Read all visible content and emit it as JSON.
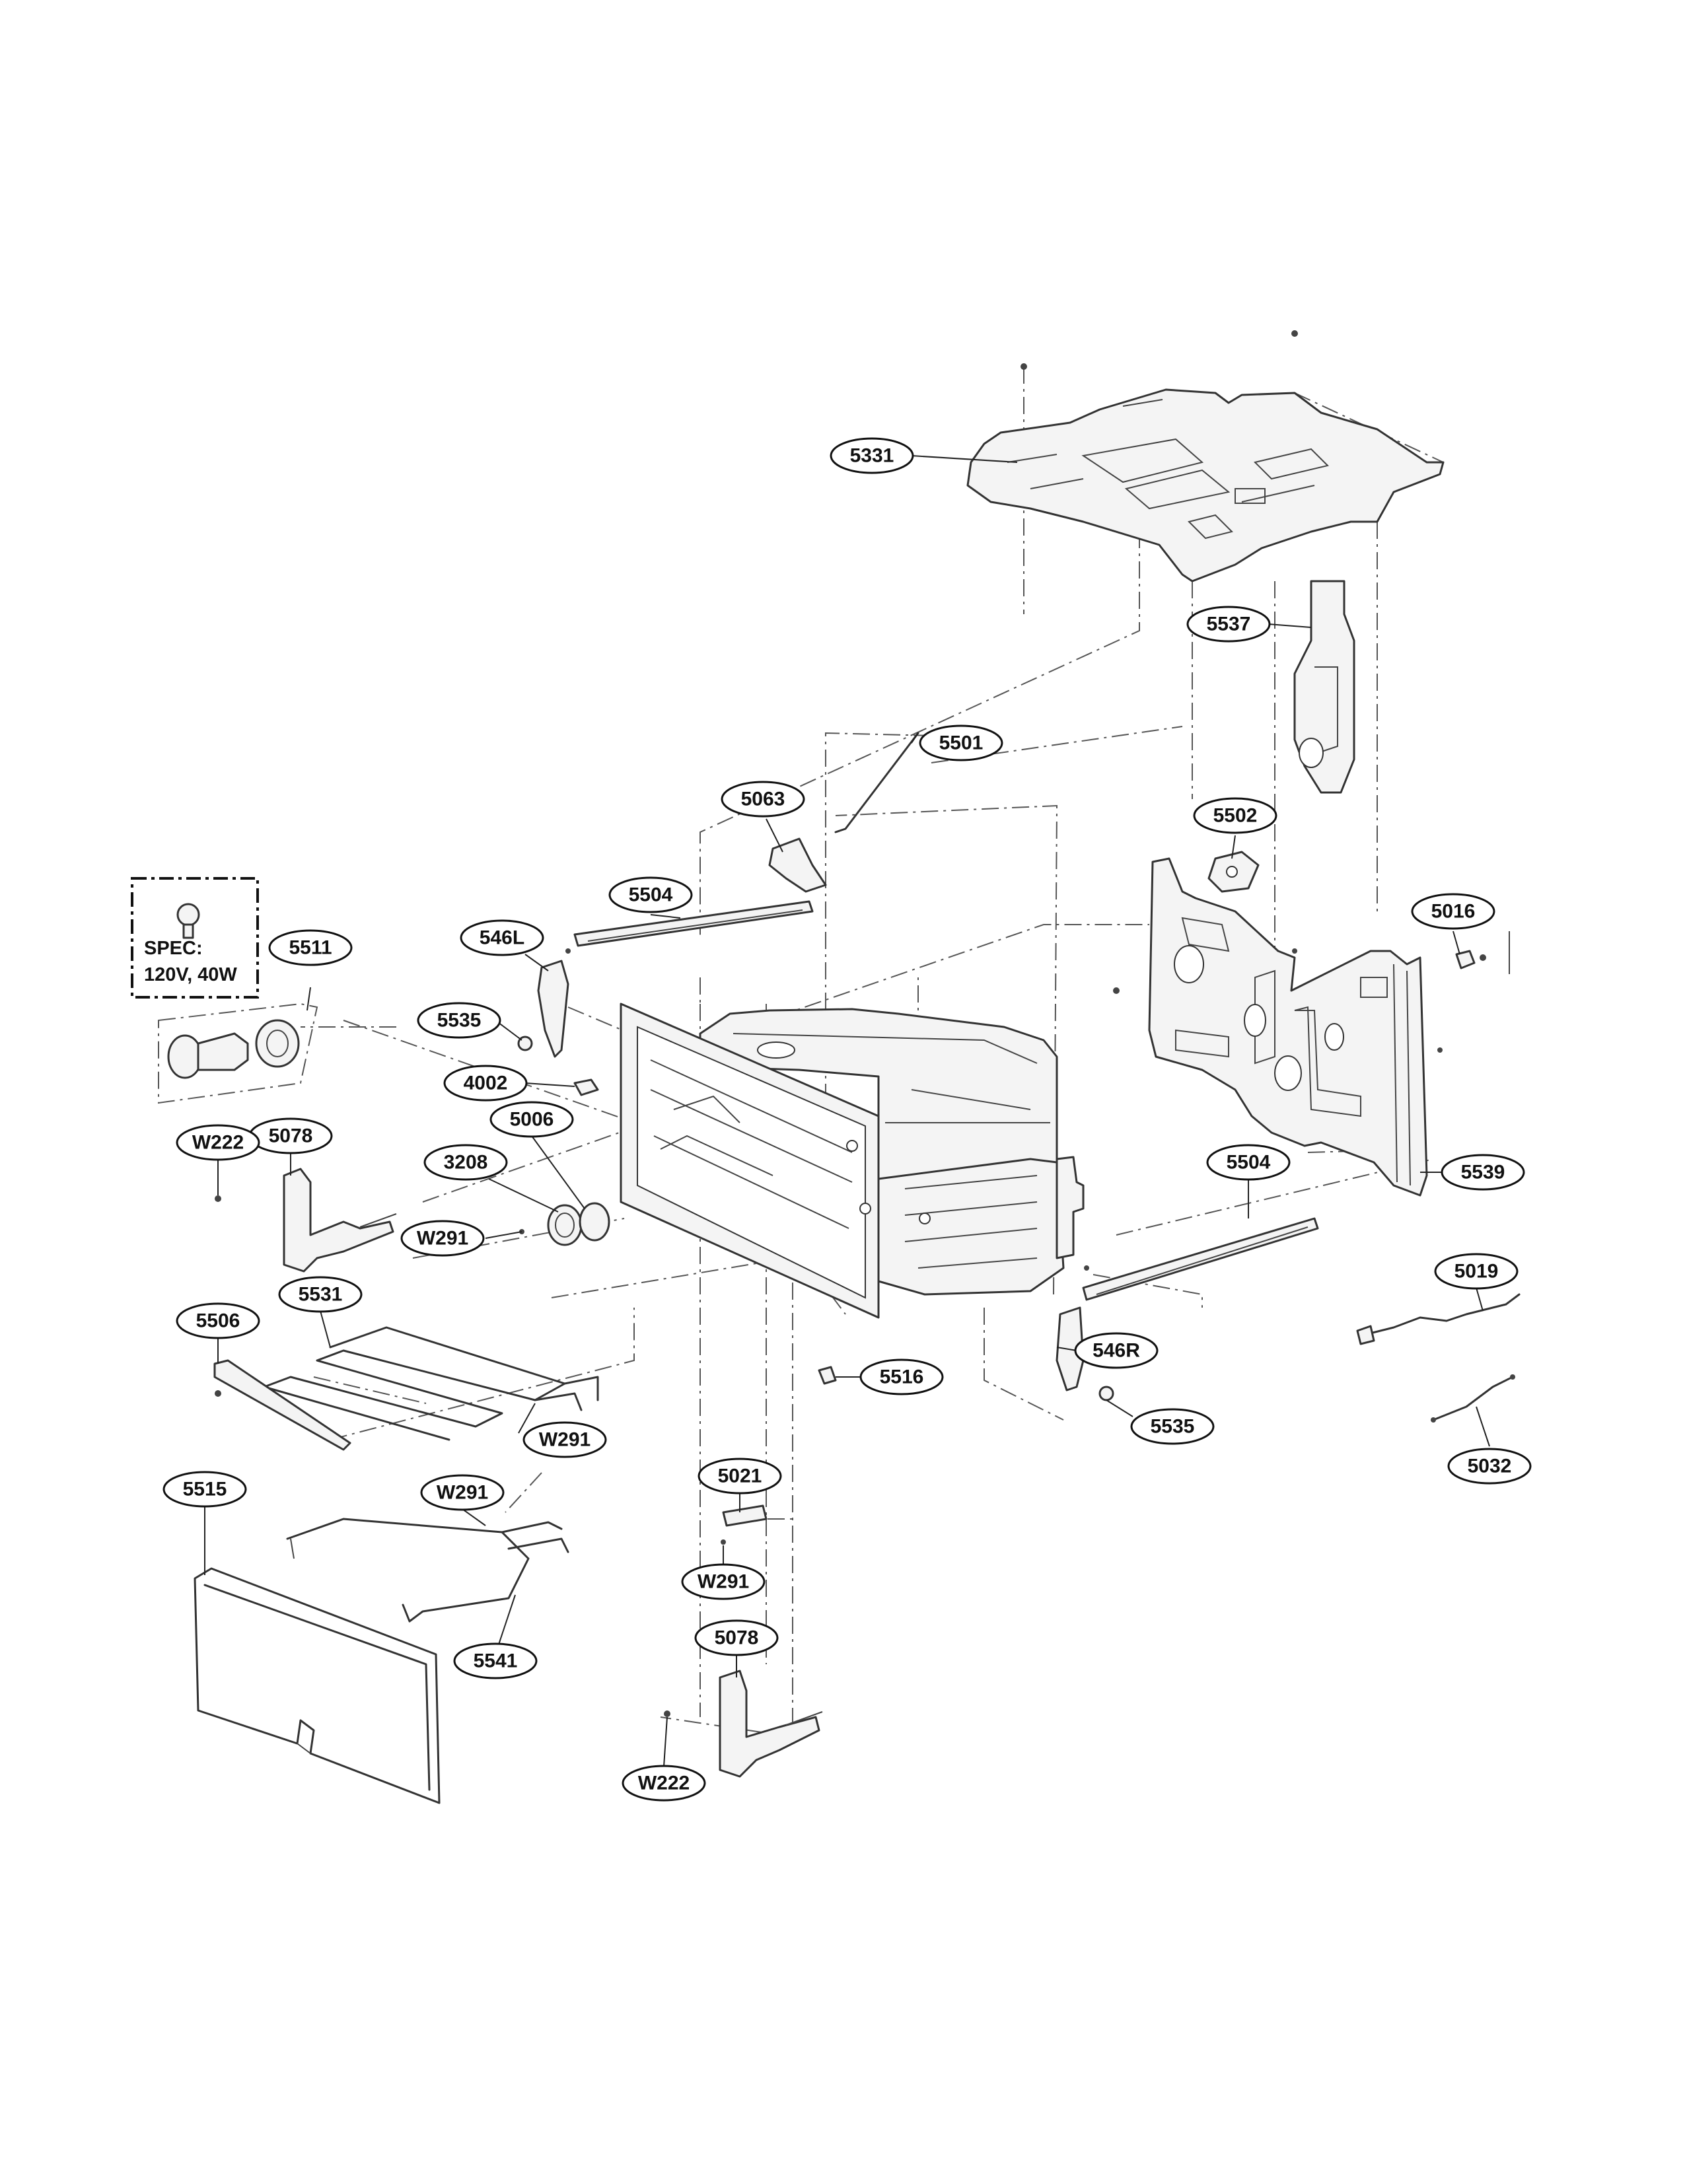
{
  "diagram": {
    "callouts": [
      {
        "id": "c5331",
        "label": "5331"
      },
      {
        "id": "c5537",
        "label": "5537"
      },
      {
        "id": "c5501",
        "label": "5501"
      },
      {
        "id": "c5063",
        "label": "5063"
      },
      {
        "id": "c5502",
        "label": "5502"
      },
      {
        "id": "c5504a",
        "label": "5504"
      },
      {
        "id": "c5016",
        "label": "5016"
      },
      {
        "id": "c5511",
        "label": "5511"
      },
      {
        "id": "c546L",
        "label": "546L"
      },
      {
        "id": "c5535a",
        "label": "5535"
      },
      {
        "id": "c4002",
        "label": "4002"
      },
      {
        "id": "c5539",
        "label": "5539"
      },
      {
        "id": "c5078a",
        "label": "5078"
      },
      {
        "id": "cW222a",
        "label": "W222"
      },
      {
        "id": "c5006",
        "label": "5006"
      },
      {
        "id": "c3208",
        "label": "3208"
      },
      {
        "id": "cW291a",
        "label": "W291"
      },
      {
        "id": "c5504b",
        "label": "5504"
      },
      {
        "id": "c5019",
        "label": "5019"
      },
      {
        "id": "c5531",
        "label": "5531"
      },
      {
        "id": "c5506",
        "label": "5506"
      },
      {
        "id": "c546R",
        "label": "546R"
      },
      {
        "id": "c5516",
        "label": "5516"
      },
      {
        "id": "cW291b",
        "label": "W291"
      },
      {
        "id": "c5535b",
        "label": "5535"
      },
      {
        "id": "c5032",
        "label": "5032"
      },
      {
        "id": "c5021",
        "label": "5021"
      },
      {
        "id": "c5515",
        "label": "5515"
      },
      {
        "id": "cW291c",
        "label": "W291"
      },
      {
        "id": "cW291d",
        "label": "W291"
      },
      {
        "id": "c5541",
        "label": "5541"
      },
      {
        "id": "c5078b",
        "label": "5078"
      },
      {
        "id": "cW222b",
        "label": "W222"
      }
    ],
    "spec_note": {
      "line1": "SPEC:",
      "line2": "120V, 40W"
    }
  }
}
